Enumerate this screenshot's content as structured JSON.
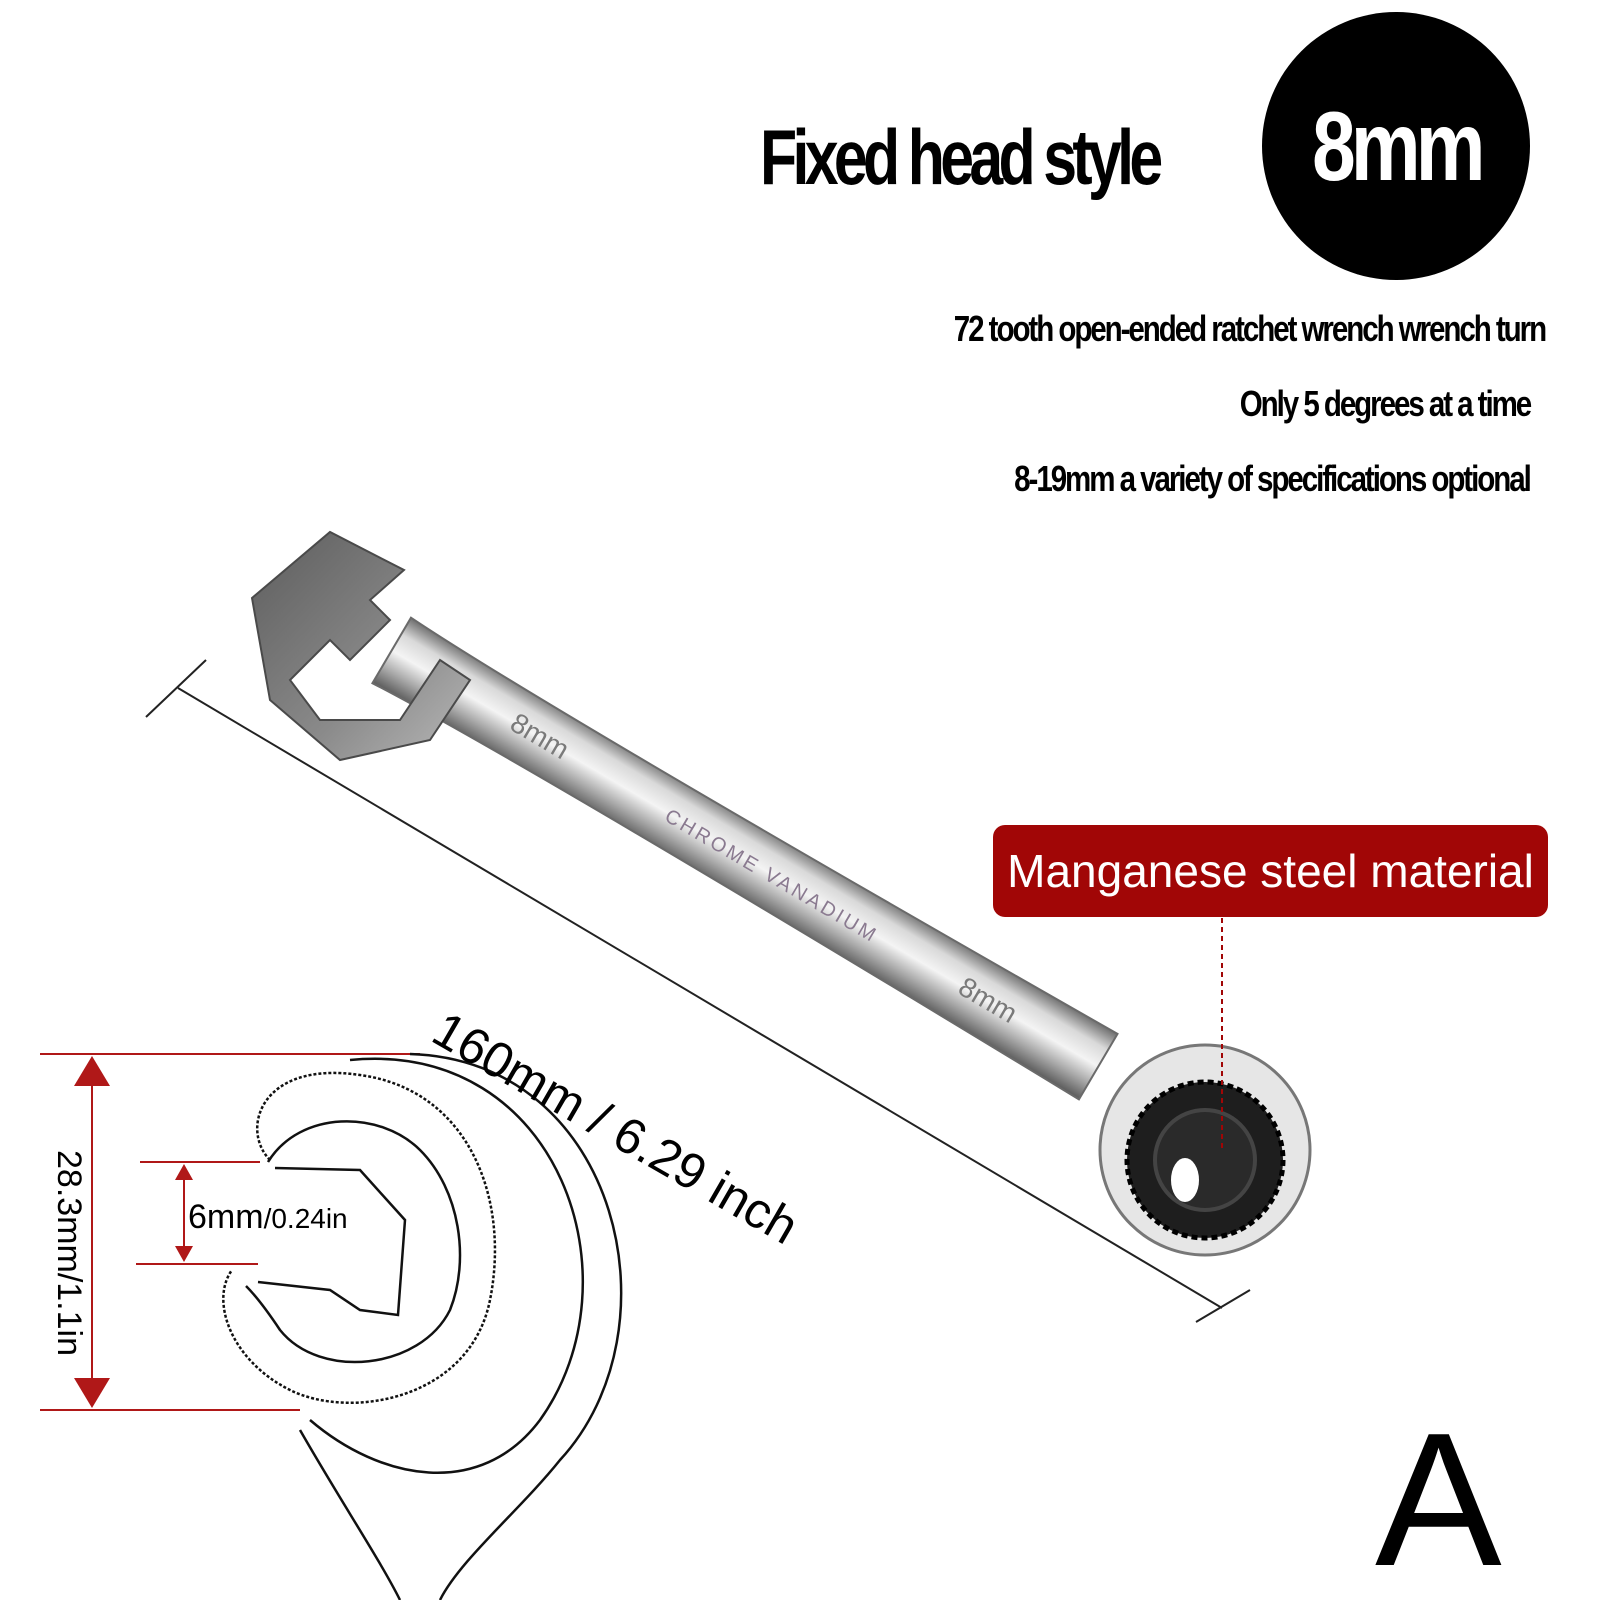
{
  "header": {
    "title": "Fixed head style",
    "size_badge": "8mm"
  },
  "features": [
    "72 tooth open-ended ratchet wrench wrench turn",
    "Only 5 degrees at a time",
    "8-19mm a variety of specifications optional"
  ],
  "callout": {
    "material": "Manganese steel material",
    "color": "#a10606"
  },
  "wrench": {
    "engraving_size": "8mm",
    "engraving_material": "CHROME VANADIUM"
  },
  "dimensions": {
    "length": "160mm / 6.29 inch",
    "head_height": "28.3mm/1.1in",
    "opening_mm": "6mm",
    "opening_in": "/0.24in",
    "line_color": "#b01818"
  },
  "variant_label": "A"
}
